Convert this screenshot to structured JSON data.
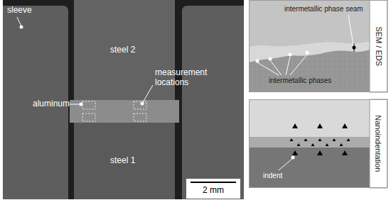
{
  "diagram": {
    "labels": [
      "sleeve",
      "steel 2",
      "aluminum",
      "measurement locations",
      "steel 1",
      "2 mm",
      "intermetallic phase seam",
      "intermetallic phases",
      "SEM / EDS",
      "indent",
      "Nanoindentation"
    ]
  }
}
